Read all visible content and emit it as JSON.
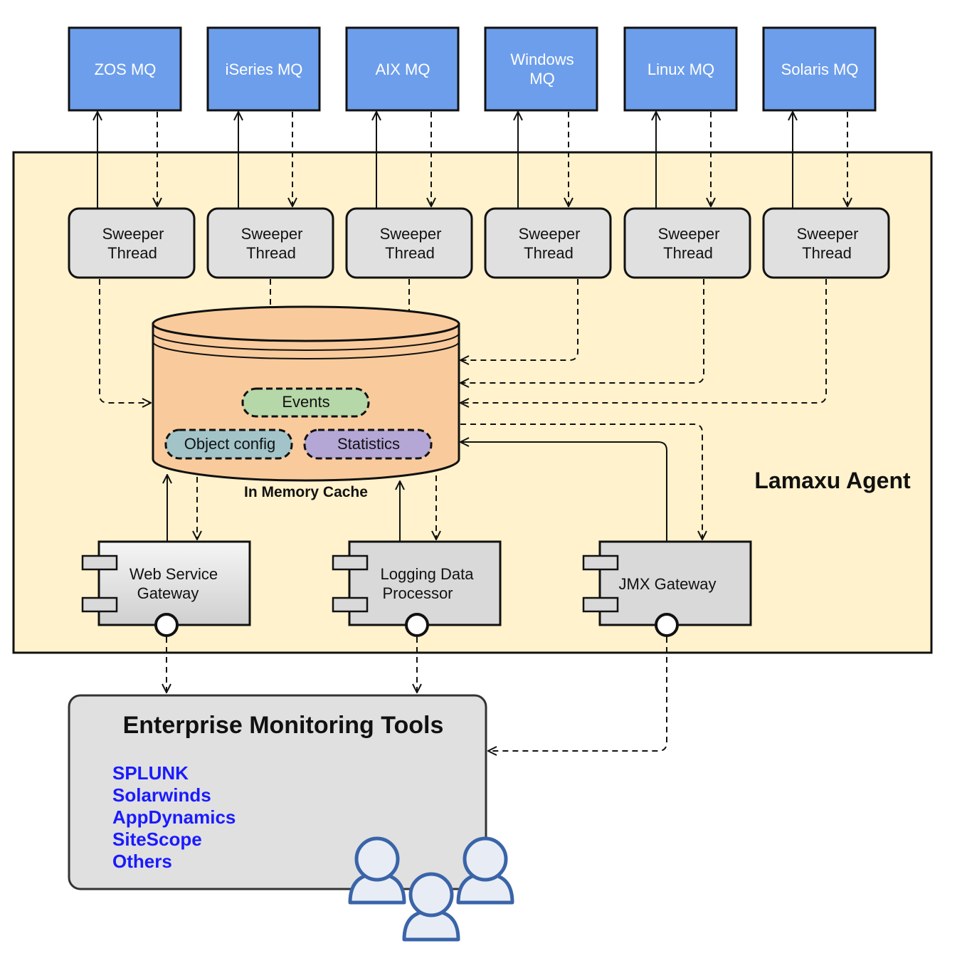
{
  "mq_servers": [
    "ZOS MQ",
    "iSeries MQ",
    "AIX MQ",
    "Windows MQ",
    "Linux MQ",
    "Solaris MQ"
  ],
  "sweeper_label_line1": "Sweeper",
  "sweeper_label_line2": "Thread",
  "agent_label": "Lamaxu Agent",
  "cache": {
    "label": "In Memory Cache",
    "events": "Events",
    "object_config": "Object config",
    "statistics": "Statistics"
  },
  "gateways": {
    "web_service_line1": "Web Service",
    "web_service_line2": "Gateway",
    "logging_line1": "Logging Data",
    "logging_line2": "Processor",
    "jmx": "JMX Gateway"
  },
  "enterprise": {
    "title": "Enterprise Monitoring Tools",
    "tools": [
      "SPLUNK",
      "Solarwinds",
      "AppDynamics",
      "SiteScope",
      "Others"
    ]
  },
  "colors": {
    "mq_fill": "#6d9eeb",
    "agent_fill": "#fff2cc",
    "cache_fill": "#f9cb9c",
    "sweeper_fill": "#e0e0e0",
    "events_fill": "#b6d7a8",
    "object_config_fill": "#a2c4c9",
    "statistics_fill": "#b4a7d6",
    "tool_link": "#1a1aff",
    "user_icon": "#3a64a8"
  }
}
